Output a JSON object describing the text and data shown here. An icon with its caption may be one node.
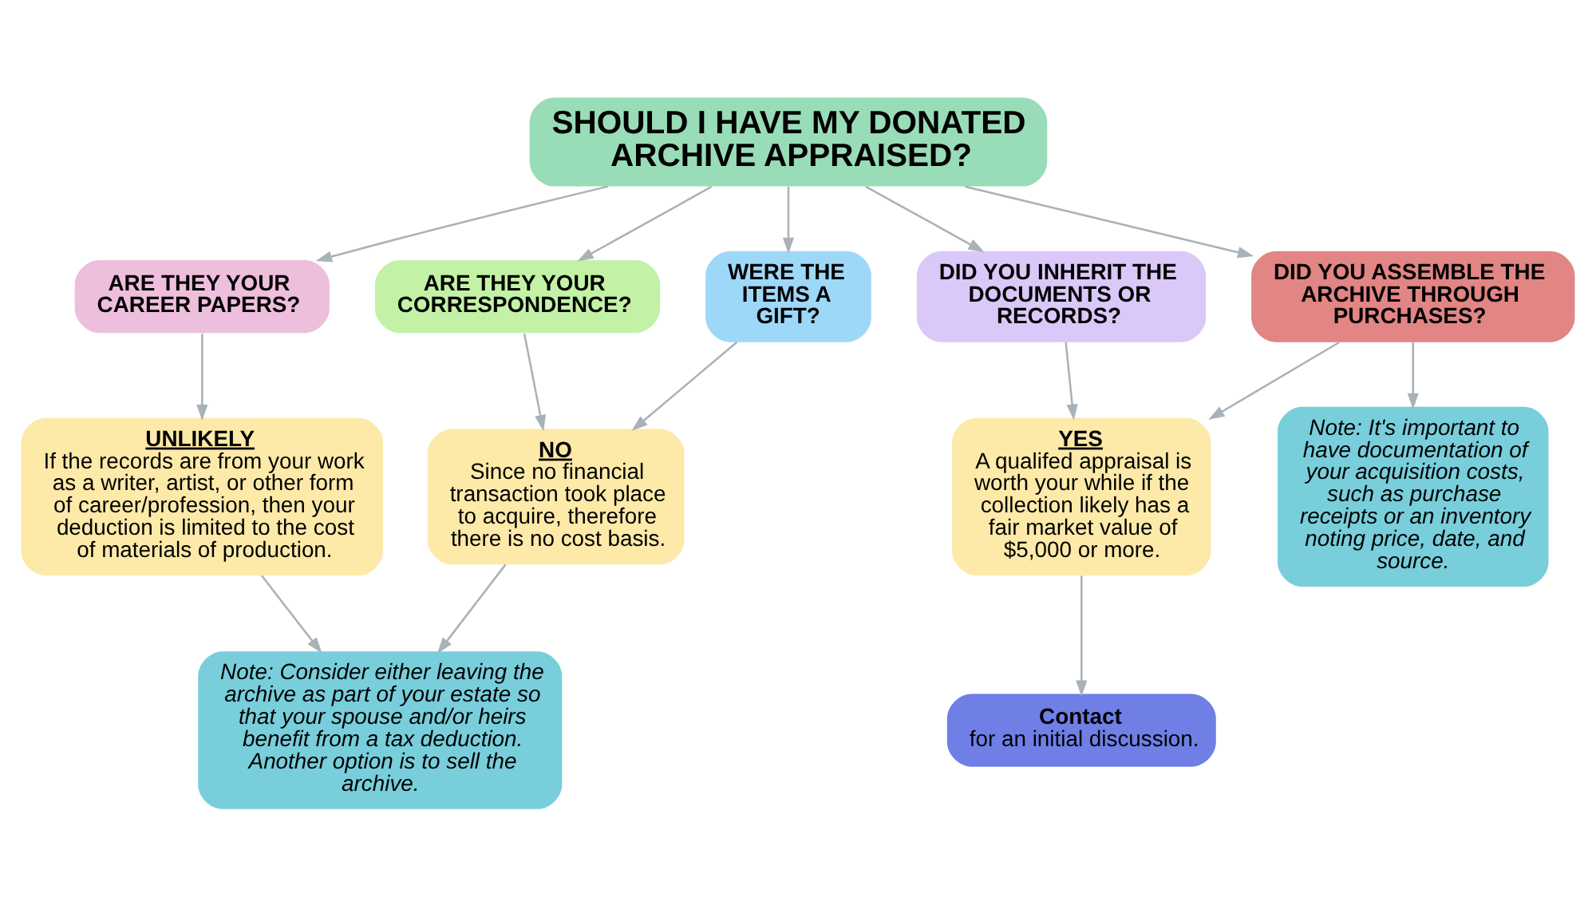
{
  "diagram": {
    "nodes": [
      {
        "text": [
          "SHOULD I HAVE MY DONATED ARCHIVE APPRAISED?"
        ]
      },
      {
        "text": [
          "ARE THEY YOUR CAREER PAPERS?"
        ]
      },
      {
        "text": [
          "ARE THEY YOUR CORRESPONDENCE?"
        ]
      },
      {
        "text": [
          "WERE THE ITEMS A GIFT?"
        ]
      },
      {
        "text": [
          "DID YOU INHERIT THE DOCUMENTS OR RECORDS?"
        ]
      },
      {
        "text": [
          "DID YOU ASSEMBLE THE ARCHIVE THROUGH PURCHASES?"
        ]
      },
      {
        "text": [
          "UNLIKELY",
          "If the records are from your work as a writer, artist, or other form of career/profession, then your deduction is limited to the cost of materials of production."
        ]
      },
      {
        "text": [
          "NO",
          "Since no financial transaction took place to acquire, therefore there is no cost basis."
        ]
      },
      {
        "text": [
          "YES",
          "A qualifed appraisal is worth your while if the collection likely has a fair market value of $5,000 or more."
        ]
      },
      {
        "text": [
          "Note: It's important to have documentation of your acquisition costs, such as purchase receipts or an inventory noting price, date, and source."
        ]
      },
      {
        "text": [
          "Note: Consider either leaving the archive as part of your estate so that your spouse and/or heirs benefit from a tax deduction. Another option is to sell the archive."
        ]
      },
      {
        "text": [
          "Contact",
          "for an initial discussion."
        ]
      }
    ],
    "edges": [
      {
        "from": 0,
        "to": 1,
        "arrow": "to"
      },
      {
        "from": 0,
        "to": 2,
        "arrow": "to"
      },
      {
        "from": 0,
        "to": 3,
        "arrow": "to"
      },
      {
        "from": 0,
        "to": 4,
        "arrow": "to"
      },
      {
        "from": 0,
        "to": 5,
        "arrow": "to"
      },
      {
        "from": 1,
        "to": 6,
        "arrow": "to"
      },
      {
        "from": 2,
        "to": 7,
        "arrow": "to"
      },
      {
        "from": 3,
        "to": 7,
        "arrow": "to"
      },
      {
        "from": 4,
        "to": 8,
        "arrow": "to"
      },
      {
        "from": 5,
        "to": 8,
        "arrow": "to"
      },
      {
        "from": 5,
        "to": 9,
        "arrow": "to"
      },
      {
        "from": 6,
        "to": 10,
        "arrow": "to"
      },
      {
        "from": 7,
        "to": 10,
        "arrow": "to"
      },
      {
        "from": 8,
        "to": 11,
        "arrow": "to"
      }
    ]
  }
}
